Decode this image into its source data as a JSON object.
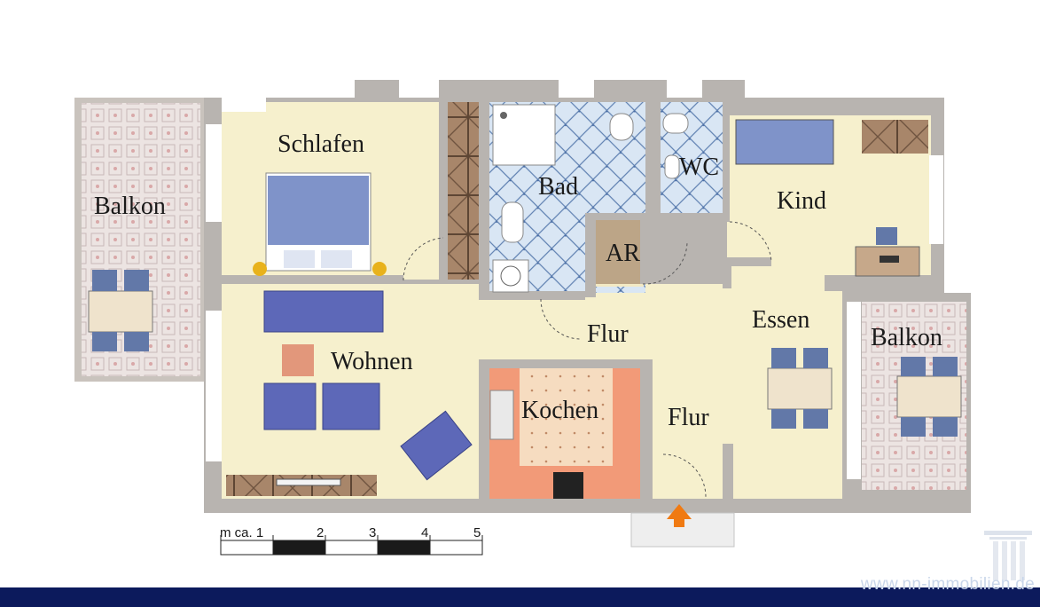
{
  "rooms": {
    "balkon_left": "Balkon",
    "schlafen": "Schlafen",
    "bad": "Bad",
    "wc": "WC",
    "kind": "Kind",
    "ar": "AR",
    "flur_top": "Flur",
    "wohnen": "Wohnen",
    "kochen": "Kochen",
    "flur_bottom": "Flur",
    "essen": "Essen",
    "balkon_right": "Balkon"
  },
  "scale": {
    "unit_label": "m ca. 1",
    "ticks": [
      "2",
      "3",
      "4",
      "5"
    ]
  },
  "website": "www.nn-immobilien.de",
  "icons": [
    "entrance-arrow-icon",
    "company-logo-icon"
  ]
}
